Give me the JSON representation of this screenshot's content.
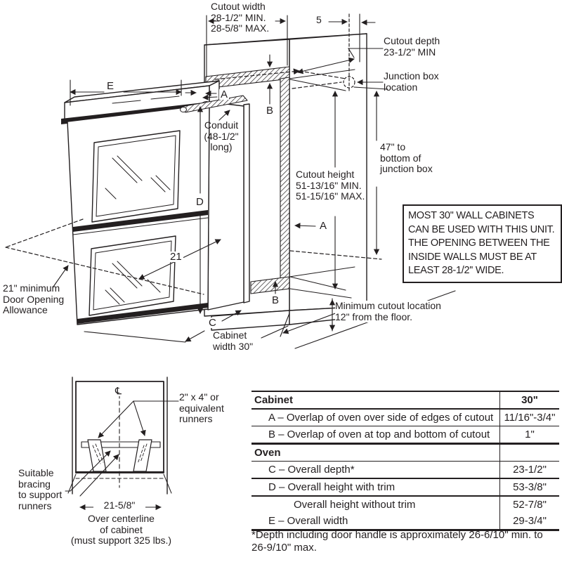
{
  "main_diagram": {
    "dims": {
      "cutout_width": "Cutout width\n28-1/2'' MIN.\n28-5/8'' MAX.",
      "five": "5",
      "cutout_depth": "Cutout depth\n23-1/2\" MIN",
      "junction_box": "Junction box\nlocation",
      "conduit": "Conduit\n(48-1/2\"\nlong)",
      "cutout_height": "Cutout height\n51-13/16\" MIN.\n51-15/16\" MAX.",
      "junction_height": "47\" to\nbottom of\njunction box",
      "min_cutout_location": "Minimum cutout location\n12\" from the floor.",
      "cabinet_width": "Cabinet\nwidth 30\"",
      "door_allowance": "21\" minimum\nDoor Opening\nAllowance",
      "e": "E",
      "a_top": "A",
      "b_top": "B",
      "d": "D",
      "twenty_one": "21",
      "a_mid": "A",
      "b_bottom": "B",
      "c": "C"
    },
    "note_box": "MOST 30'' WALL CABINETS\nCAN BE USED WITH THIS UNIT.\nTHE OPENING BETWEEN THE\nINSIDE WALLS MUST BE AT\nLEAST 28-1/2'' WIDE."
  },
  "runner_diagram": {
    "centerline_symbol": "℄",
    "runners_label": "2\" x  4\" or\nequivalent\nrunners",
    "bracing_label": "Suitable\nbracing\nto support\nrunners",
    "width_dim": "21-5/8\"",
    "caption": "Over centerline\nof cabinet\n(must support 325 lbs.)"
  },
  "spec_table": {
    "header": {
      "label": "Cabinet",
      "value": "30\""
    },
    "rows": [
      {
        "label": "A –  Overlap of oven over side of edges of cutout",
        "value": "11/16\"-3/4\""
      },
      {
        "label": "B –  Overlap of oven at top and bottom of cutout",
        "value": "1\""
      },
      {
        "label": "Oven",
        "value": ""
      },
      {
        "label": "C –  Overall depth*",
        "value": "23-1/2\""
      },
      {
        "label": "D –  Overall height with trim",
        "value": "53-3/8\""
      },
      {
        "label": "Overall height without trim",
        "value": "52-7/8\""
      },
      {
        "label": "E –  Overall width",
        "value": "29-3/4\""
      }
    ],
    "footnote": "*Depth including door handle is approximately 26-6/10\" min. to\n26-9/10\" max."
  },
  "colors": {
    "ink": "#231f20",
    "background": "#ffffff"
  }
}
